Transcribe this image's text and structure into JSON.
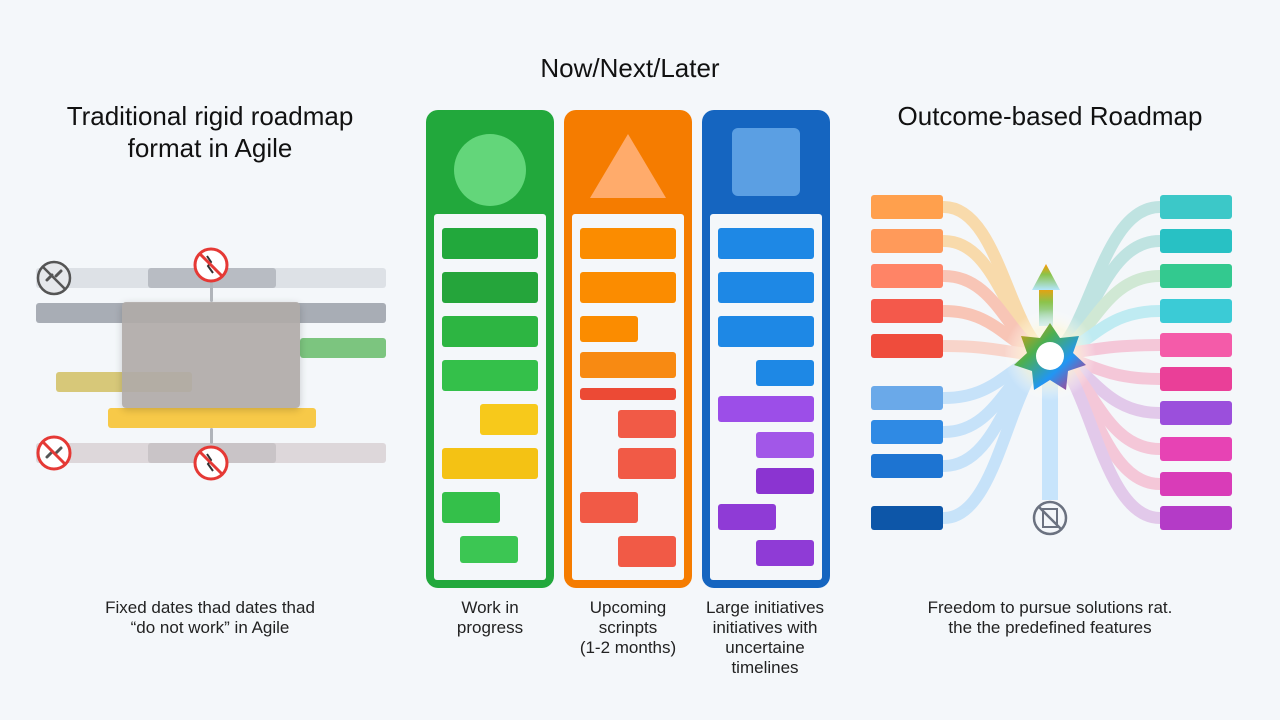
{
  "titles": {
    "center": "Now/Next/Later",
    "left_line1": "Traditional rigid roadmap",
    "left_line2": "format in Agile",
    "right": "Outcome-based Roadmap"
  },
  "captions": {
    "left_line1": "Fixed dates thad dates thad",
    "left_line2": "“do not work” in Agile",
    "now_line1": "Work in",
    "now_line2": "progress",
    "next_line1": "Upcoming",
    "next_line2": "scrinpts",
    "next_line3": "(1-2 months)",
    "later_line1": "Large initiatives",
    "later_line2": "initiatives with",
    "later_line3": "uncertaine",
    "later_line4": "timelines",
    "right_line1": "Freedom to pursue solutions rat.",
    "right_line2": "the the predefined features"
  },
  "colors": {
    "now": "#22a83c",
    "next": "#f57c00",
    "later": "#1565c0",
    "forbidden": "#e53935"
  },
  "icons": {
    "broken_link": "broken-link-icon",
    "no_break": "no-break-icon",
    "no_document": "no-document-icon",
    "star_outcome": "star-icon"
  }
}
